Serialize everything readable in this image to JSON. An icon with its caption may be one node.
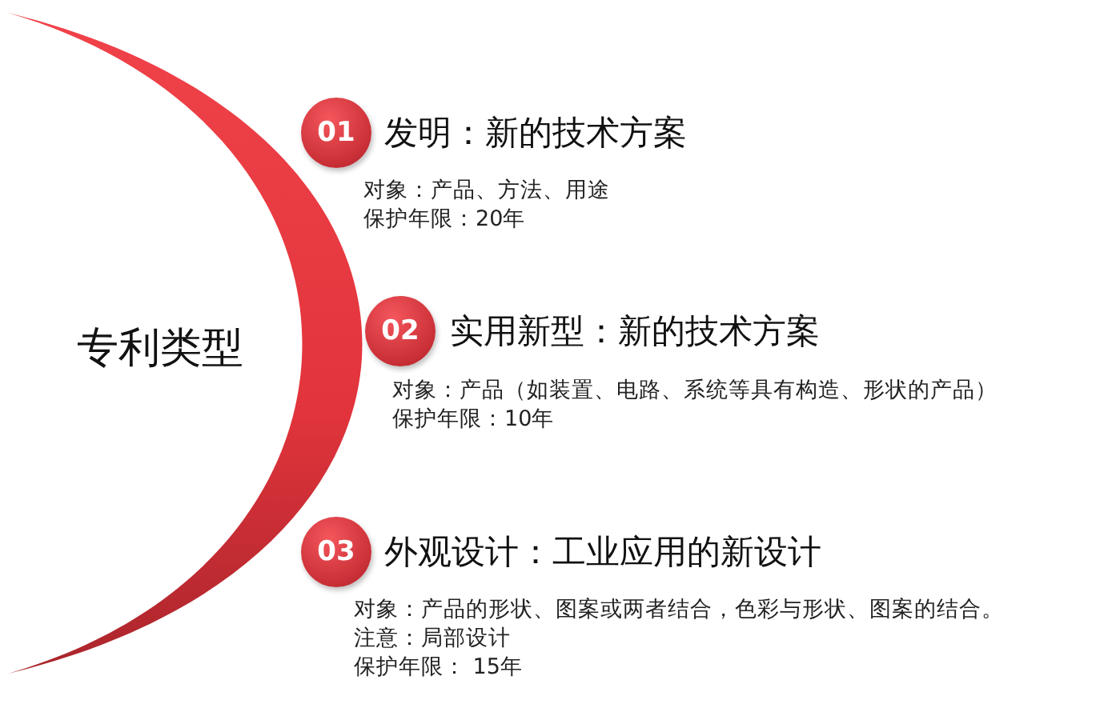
{
  "diagram": {
    "title": "专利类型",
    "nodes": [
      {
        "text": [
          "01"
        ],
        "beside": [
          "发明：新的技术方案",
          "对象：产品、方法、用途",
          "保护年限：20年"
        ]
      },
      {
        "text": [
          "02"
        ],
        "beside": [
          "实用新型：新的技术方案",
          "对象：产品（如装置、电路、系统等具有构造、形状的产品）",
          "保护年限：10年"
        ]
      },
      {
        "text": [
          "03"
        ],
        "beside": [
          "外观设计：工业应用的新设计",
          "对象：产品的形状、图案或两者结合，色彩与形状、图案的结合。",
          "注意：局部设计",
          "保护年限： 15年"
        ]
      }
    ]
  }
}
